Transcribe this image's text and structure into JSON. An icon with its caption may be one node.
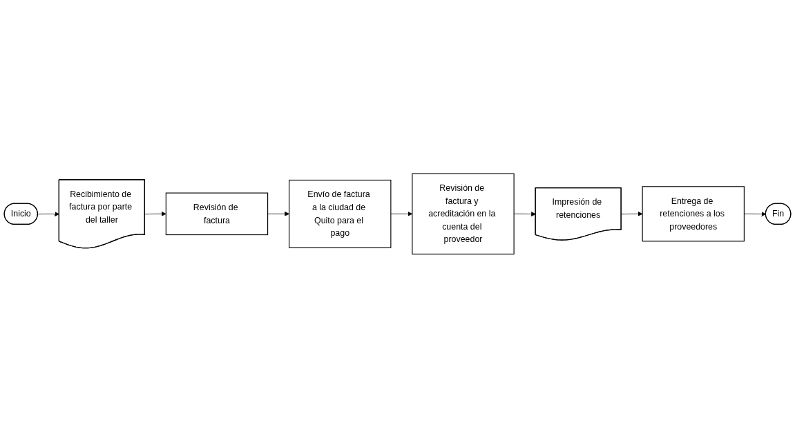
{
  "diagram": {
    "nodes": [
      {
        "text": [
          "Inicio"
        ]
      },
      {
        "text": [
          "Recibimiento de factura por parte del taller"
        ]
      },
      {
        "text": [
          "Revisión de factura"
        ]
      },
      {
        "text": [
          "Envío de factura a la ciudad de Quito para el pago"
        ]
      },
      {
        "text": [
          "Revisión de factura y acreditación en la cuenta del proveedor"
        ]
      },
      {
        "text": [
          "Impresión de retenciones"
        ]
      },
      {
        "text": [
          "Entrega de retenciones a los proveedores"
        ]
      },
      {
        "text": [
          "Fin"
        ]
      }
    ],
    "edges": [
      {
        "from": 0,
        "to": 1,
        "arrow": "to"
      },
      {
        "from": 1,
        "to": 2,
        "arrow": "to"
      },
      {
        "from": 2,
        "to": 3,
        "arrow": "to"
      },
      {
        "from": 3,
        "to": 4,
        "arrow": "to"
      },
      {
        "from": 4,
        "to": 5,
        "arrow": "to"
      },
      {
        "from": 5,
        "to": 6,
        "arrow": "to"
      },
      {
        "from": 6,
        "to": 7,
        "arrow": "to"
      }
    ]
  }
}
